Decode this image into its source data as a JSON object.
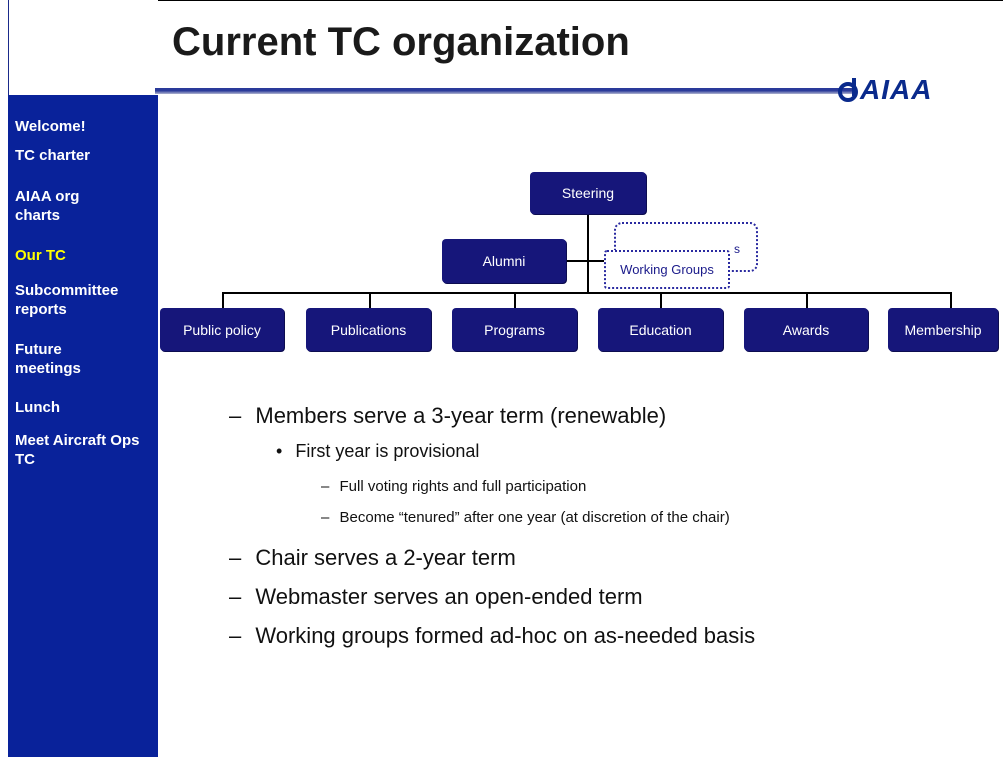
{
  "slide": {
    "title": "Current TC organization",
    "logo_text": "AIAA"
  },
  "sidebar": {
    "items": [
      {
        "label": "Welcome!",
        "active": false
      },
      {
        "label": "TC charter",
        "active": false
      },
      {
        "label": "AIAA org charts",
        "active": false
      },
      {
        "label": "Our TC",
        "active": true
      },
      {
        "label": "Subcommittee reports",
        "active": false
      },
      {
        "label": "Future meetings",
        "active": false
      },
      {
        "label": "Lunch",
        "active": false
      },
      {
        "label": "Meet Aircraft Ops TC",
        "active": false
      }
    ]
  },
  "org_chart": {
    "root": "Steering",
    "side_left": "Alumni",
    "side_right": "Working Groups",
    "side_right_overflow": "s",
    "subcommittees": [
      "Public policy",
      "Publications",
      "Programs",
      "Education",
      "Awards",
      "Membership"
    ]
  },
  "bullets": [
    {
      "marker": "–",
      "text": "Members serve a 3-year term (renewable)"
    },
    {
      "marker": "•",
      "text": "First year is provisional"
    },
    {
      "marker": "–",
      "text": "Full voting rights and full participation"
    },
    {
      "marker": "–",
      "text": "Become “tenured” after one year (at discretion of the chair)"
    },
    {
      "marker": "–",
      "text": "Chair serves a 2-year term"
    },
    {
      "marker": "–",
      "text": "Webmaster serves an open-ended term"
    },
    {
      "marker": "–",
      "text": "Working groups formed ad-hoc on as-needed basis"
    }
  ],
  "colors": {
    "sidebar_bg": "#09229a",
    "active_nav": "#ffff00",
    "box_fill": "#16167a"
  }
}
